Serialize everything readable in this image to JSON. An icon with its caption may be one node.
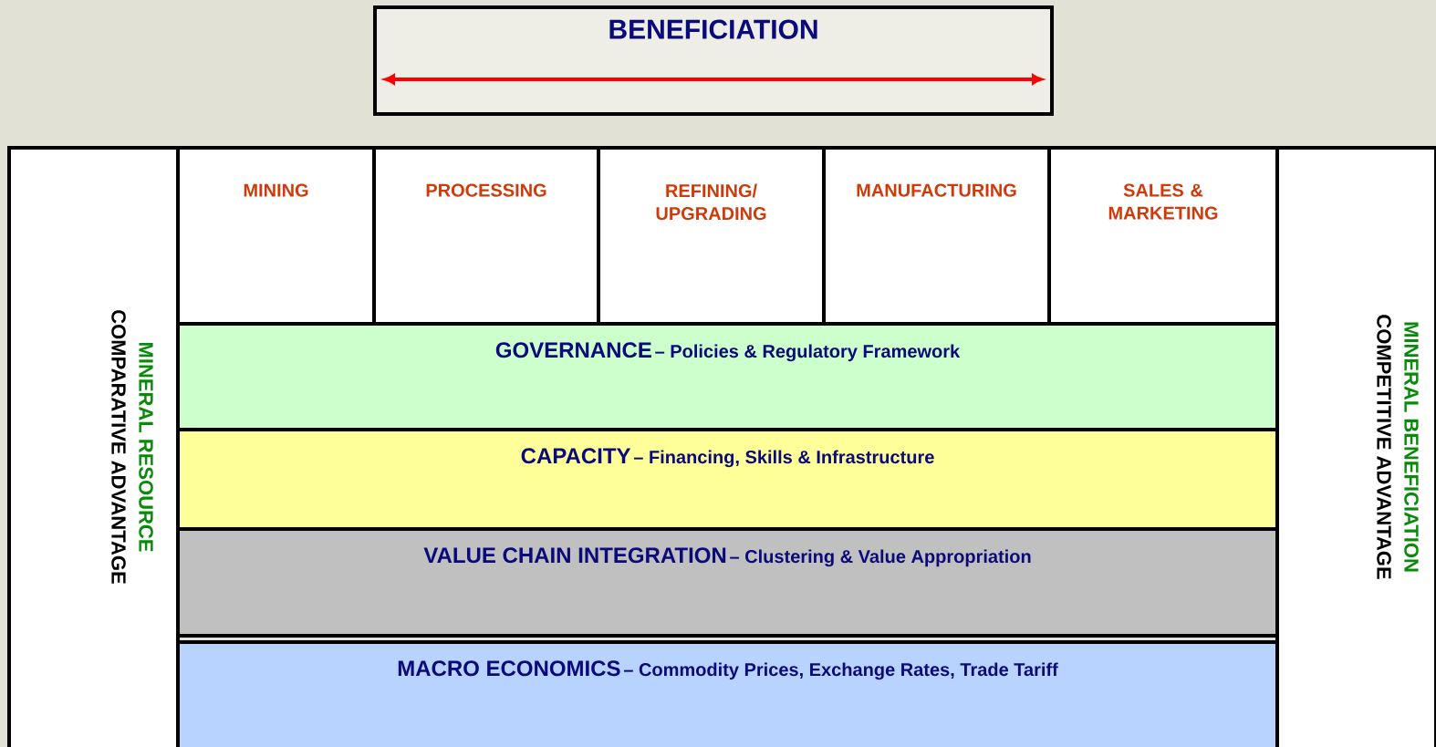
{
  "diagram": {
    "nodes": [
      {
        "text": [
          "BENEFICIATION"
        ]
      },
      {
        "text": [
          "MINERAL RESOURCE",
          "COMPARATIVE ADVANTAGE"
        ]
      },
      {
        "text": [
          "MINING"
        ]
      },
      {
        "text": [
          "PROCESSING"
        ]
      },
      {
        "text": [
          "REFINING/ UPGRADING"
        ]
      },
      {
        "text": [
          "MANUFACTURING"
        ]
      },
      {
        "text": [
          "SALES & MARKETING"
        ]
      },
      {
        "text": [
          "GOVERNANCE",
          "– Policies & Regulatory Framework"
        ]
      },
      {
        "text": [
          "CAPACITY",
          "– Financing, Skills & Infrastructure"
        ]
      },
      {
        "text": [
          "VALUE CHAIN INTEGRATION",
          "– Clustering & Value Appropriation"
        ]
      },
      {
        "text": [
          "MACRO ECONOMICS",
          "– Commodity Prices, Exchange Rates, Trade Tariff"
        ]
      },
      {
        "text": [
          "MINERAL BENEFICIATION",
          "COMPETITIVE ADVANTAGE"
        ]
      }
    ]
  }
}
